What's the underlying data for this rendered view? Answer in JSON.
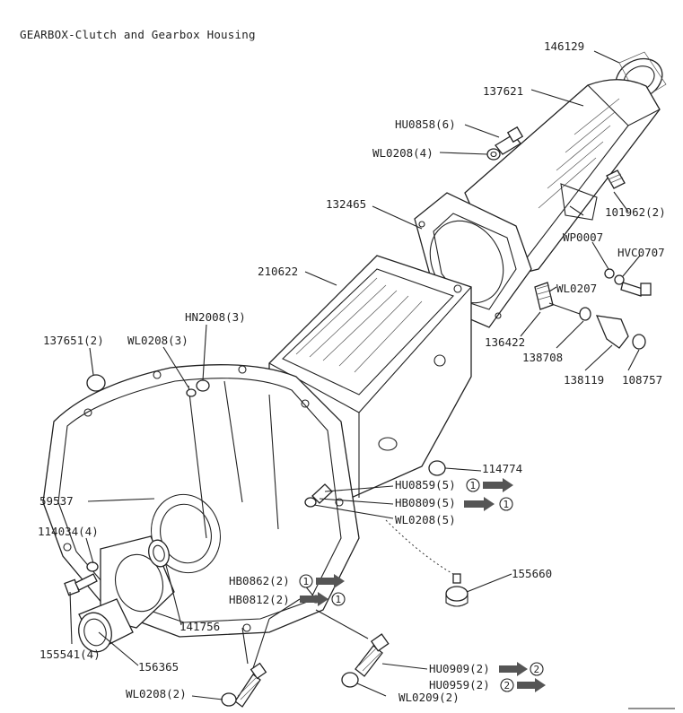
{
  "title": "GEARBOX-Clutch and Gearbox Housing",
  "parts": {
    "p146129": "146129",
    "p137621": "137621",
    "hu0858": "HU0858(6)",
    "wl0208_4": "WL0208(4)",
    "p101962": "101962(2)",
    "p132465": "132465",
    "wp0007": "WP0007",
    "hvc0707": "HVC0707",
    "p210622": "210622",
    "wl0207": "WL0207",
    "hn2008": "HN2008(3)",
    "p137651": "137651(2)",
    "wl0208_3": "WL0208(3)",
    "p136422": "136422",
    "p138708": "138708",
    "p138119": "138119",
    "p108757": "108757",
    "p114774": "114774",
    "hu0859": "HU0859(5)",
    "hb0809": "HB0809(5)",
    "p59537": "59537",
    "wl0208_5": "WL0208(5)",
    "p114034": "114034(4)",
    "p155660": "155660",
    "hb0862": "HB0862(2)",
    "hb0812": "HB0812(2)",
    "p141756": "141756",
    "p155541": "155541(4)",
    "p156365": "156365",
    "hu0909": "HU0909(2)",
    "hu0959": "HU0959(2)",
    "wl0208_2": "WL0208(2)",
    "wl0209": "WL0209(2)"
  },
  "markers": {
    "one": "1",
    "two": "2"
  }
}
